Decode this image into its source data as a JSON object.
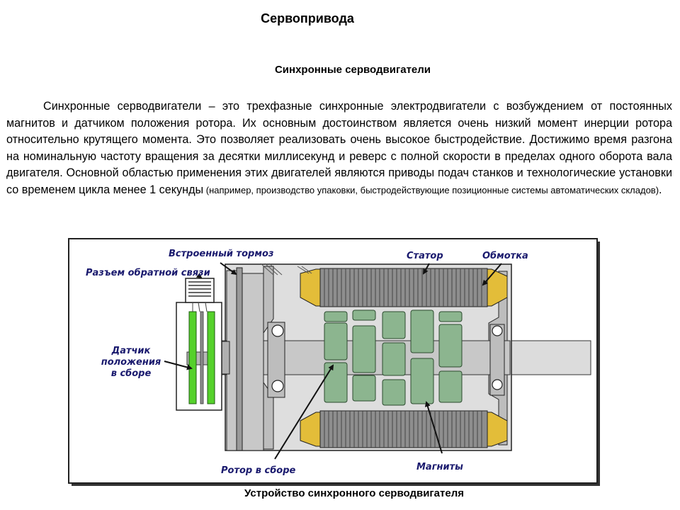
{
  "page": {
    "title": "Сервопривода",
    "subtitle": "Синхронные серводвигатели",
    "paragraph_main": "Синхронные серводвигатели – это трехфазные синхронные электродвигатели с возбуждением от постоянных магнитов и датчиком положения ротора. Их основным достоинством является очень низкий момент инерции ротора относительно крутящего момента. Это позволяет реализовать очень высокое быстродействие. Достижимо время разгона на номинальную частоту вращения за десятки миллисекунд и реверс с полной скорости в пределах одного оборота вала двигателя. Основной областью применения этих двигателей являются приводы подач станков и технологические установки со временем цикла менее 1 секунды",
    "paragraph_note": " (например, производство упаковки, быстродействующие позиционные системы автоматических складов)",
    "paragraph_end": "."
  },
  "figure": {
    "caption": "Устройство синхронного серводвигателя",
    "labels": {
      "brake": "Встроенный тормоз",
      "connector": "Разъем обратной связи",
      "stator": "Статор",
      "winding": "Обмотка",
      "sensor_line1": "Датчик",
      "sensor_line2": "положения",
      "sensor_line3": "в сборе",
      "rotor": "Ротор в сборе",
      "magnets": "Магниты"
    }
  },
  "colors": {
    "magnet": "#8cb58f",
    "sensor_strip": "#55d12b",
    "winding": "#e3bd39",
    "housing": "#dcdcdc",
    "label_text": "#1a1a6e"
  }
}
